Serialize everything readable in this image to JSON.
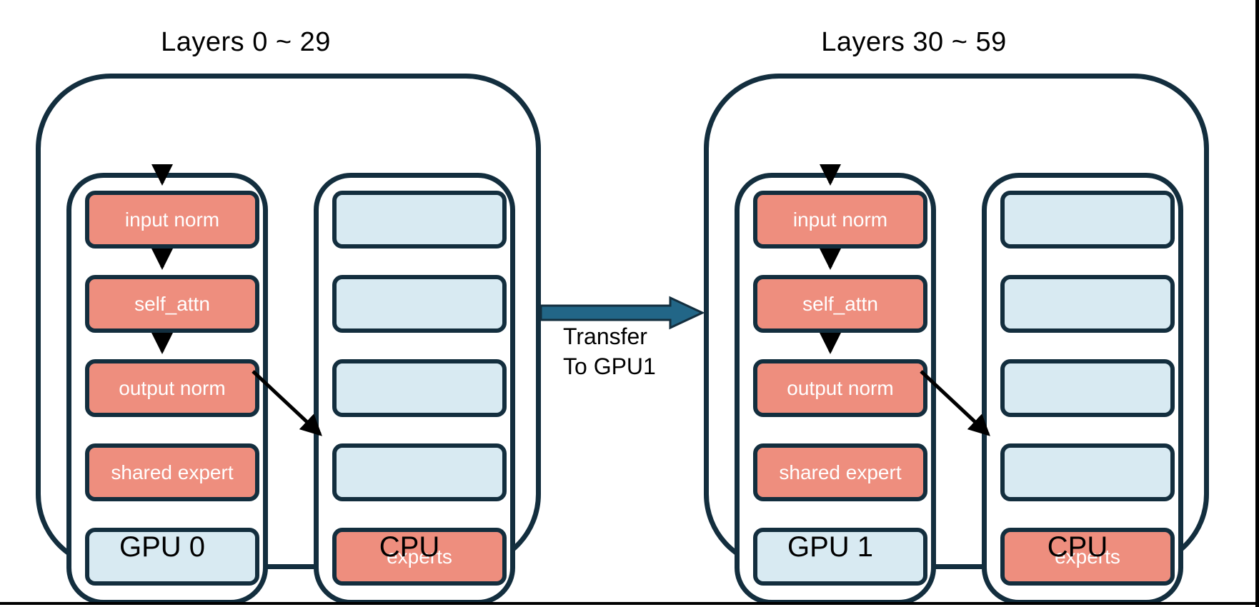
{
  "diagram": {
    "transfer": {
      "label_line1": "Transfer",
      "label_line2": "To GPU1"
    },
    "colors": {
      "outline_navy": "#132E3E",
      "block_salmon": "#EE8E7E",
      "block_lightblue": "#D8EAF2",
      "transfer_arrow_teal": "#226687",
      "text_in_blocks": "#FFFFFF",
      "text_labels": "#000000",
      "frame_lines": "#000000"
    },
    "groups": [
      {
        "title": "Layers 0 ~ 29",
        "gpu": {
          "label": "GPU 0",
          "blocks": [
            {
              "label": "input norm"
            },
            {
              "label": "self_attn"
            },
            {
              "label": "output norm"
            },
            {
              "label": "shared expert"
            },
            {
              "label": ""
            }
          ]
        },
        "cpu": {
          "label": "CPU",
          "blocks": [
            {
              "label": ""
            },
            {
              "label": ""
            },
            {
              "label": ""
            },
            {
              "label": ""
            },
            {
              "label": "experts"
            }
          ]
        }
      },
      {
        "title": "Layers 30 ~ 59",
        "gpu": {
          "label": "GPU 1",
          "blocks": [
            {
              "label": "input norm"
            },
            {
              "label": "self_attn"
            },
            {
              "label": "output norm"
            },
            {
              "label": "shared expert"
            },
            {
              "label": ""
            }
          ]
        },
        "cpu": {
          "label": "CPU",
          "blocks": [
            {
              "label": ""
            },
            {
              "label": ""
            },
            {
              "label": ""
            },
            {
              "label": ""
            },
            {
              "label": "experts"
            }
          ]
        }
      }
    ]
  }
}
